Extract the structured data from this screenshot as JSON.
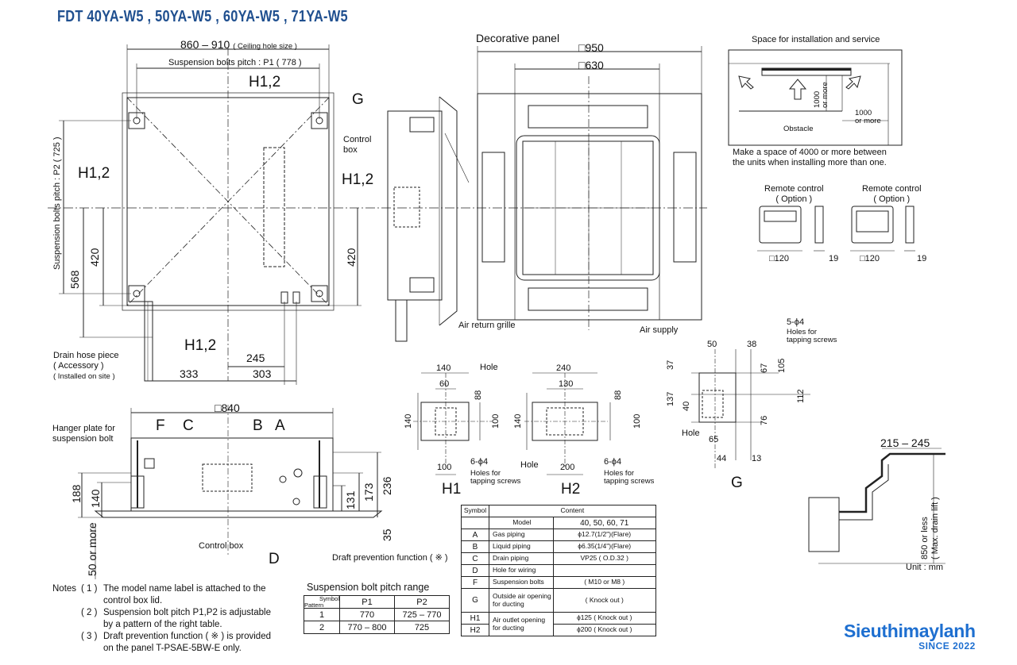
{
  "title": "FDT 40YA-W5 , 50YA-W5 , 60YA-W5 , 71YA-W5",
  "top_view": {
    "ceiling_hole_dim": "860 – 910",
    "ceiling_hole_note": "( Ceiling hole size )",
    "p1_label": "Suspension bolts pitch : P1 ( 778 )",
    "p2_label": "Suspension bolts pitch : P2 ( 725 )",
    "h12_top": "H1,2",
    "h12_left": "H1,2",
    "h12_right": "H1,2",
    "h12_bottom": "H1,2",
    "g_label": "G",
    "control_box": "Control\nbox",
    "dim_420_left": "420",
    "dim_420_right": "420",
    "dim_568": "568",
    "dim_245": "245",
    "dim_333": "333",
    "dim_303": "303",
    "drain_hose": "Drain hose piece\n( Accessory )",
    "installed_on_site": "( Installed on site )"
  },
  "panel_view": {
    "title": "Decorative panel",
    "dim_950": "□950",
    "dim_630": "□630",
    "air_return": "Air return grille",
    "air_supply": "Air supply"
  },
  "space_view": {
    "title": "Space for installation and service",
    "dim_1000_v": "1000\nor more",
    "dim_1000_h": "1000\nor more",
    "obstacle": "Obstacle",
    "note": "Make a space of 4000 or more between\nthe units when installing more than one."
  },
  "remote1": {
    "title": "Remote control\n( Option )",
    "dim_w": "□120",
    "dim_d": "19"
  },
  "remote2": {
    "title": "Remote control\n( Option )",
    "dim_w": "□120",
    "dim_d": "19"
  },
  "side_view": {
    "dim_840": "□840",
    "hanger": "Hanger plate for\nsuspension bolt",
    "label_f": "F",
    "label_c": "C",
    "label_b": "B",
    "label_a": "A",
    "label_d": "D",
    "dim_188": "188",
    "dim_140": "140",
    "dim_131": "131",
    "dim_173": "173",
    "dim_236": "236",
    "dim_35": "35",
    "dim_50": "50 or more",
    "control_box": "Control box",
    "draft": "Draft prevention function ( ※ )"
  },
  "h1_detail": {
    "d140": "140",
    "d60": "60",
    "d88": "88",
    "d140v": "140",
    "d100v": "100",
    "d100": "100",
    "hole": "Hole",
    "screws": "6-ϕ4",
    "screws_note": "Holes for\ntapping screws",
    "name": "H1"
  },
  "h2_detail": {
    "d240": "240",
    "d130": "130",
    "d88": "88",
    "d140v": "140",
    "d100v": "100",
    "d200": "200",
    "hole": "Hole",
    "screws": "6-ϕ4",
    "screws_note": "Holes for\ntapping screws",
    "name": "H2"
  },
  "g_detail": {
    "screws": "5-ϕ4",
    "screws_note": "Holes for\ntapping screws",
    "d50": "50",
    "d38": "38",
    "d37": "37",
    "d67": "67",
    "d105": "105",
    "d137": "137",
    "d40": "40",
    "d112": "112",
    "d76": "76",
    "d65": "65",
    "d44": "44",
    "d13": "13",
    "hole": "Hole",
    "name": "G"
  },
  "drain_view": {
    "d215": "215 – 245",
    "lift": "850 or less\n( Max. drain lift )",
    "unit": "Unit : mm"
  },
  "notes": {
    "label": "Notes",
    "n1_num": "( 1 )",
    "n1": "The model name label is attached to the\ncontrol box lid.",
    "n2_num": "( 2 )",
    "n2": "Suspension bolt pitch P1,P2 is adjustable\nby a pattern of the right table.",
    "n3_num": "( 3 )",
    "n3": "Draft prevention function ( ※ ) is provided\non the panel T-PSAE-5BW-E only."
  },
  "pitch_table": {
    "title": "Suspension bolt pitch range",
    "hdr_symbol": "Symbol",
    "hdr_pattern": "Pattern",
    "hdr_p1": "P1",
    "hdr_p2": "P2",
    "rows": [
      {
        "pattern": "1",
        "p1": "770",
        "p2": "725 – 770"
      },
      {
        "pattern": "2",
        "p1": "770 – 800",
        "p2": "725"
      }
    ]
  },
  "symbol_table": {
    "hdr_symbol": "Symbol",
    "hdr_content": "Content",
    "model_label": "Model",
    "model_values": "40, 50, 60, 71",
    "rows": [
      {
        "sym": "A",
        "name": "Gas piping",
        "value": "ϕ12.7(1/2\")(Flare)"
      },
      {
        "sym": "B",
        "name": "Liquid piping",
        "value": "ϕ6.35(1/4\")(Flare)"
      },
      {
        "sym": "C",
        "name": "Drain piping",
        "value": "VP25 ( O.D.32 )"
      },
      {
        "sym": "D",
        "name": "Hole for wiring",
        "value": ""
      },
      {
        "sym": "F",
        "name": "Suspension bolts",
        "value": "( M10 or M8 )"
      },
      {
        "sym": "G",
        "name": "Outside air opening\nfor ducting",
        "value": "( Knock out )"
      },
      {
        "sym": "H1",
        "name": "Air outlet opening\nfor ducting",
        "value": "ϕ125 ( Knock out )"
      },
      {
        "sym": "H2",
        "name": "",
        "value": "ϕ200 ( Knock out )"
      }
    ]
  },
  "logo": {
    "name": "Sieuthimaylanh",
    "since": "SINCE 2022"
  }
}
